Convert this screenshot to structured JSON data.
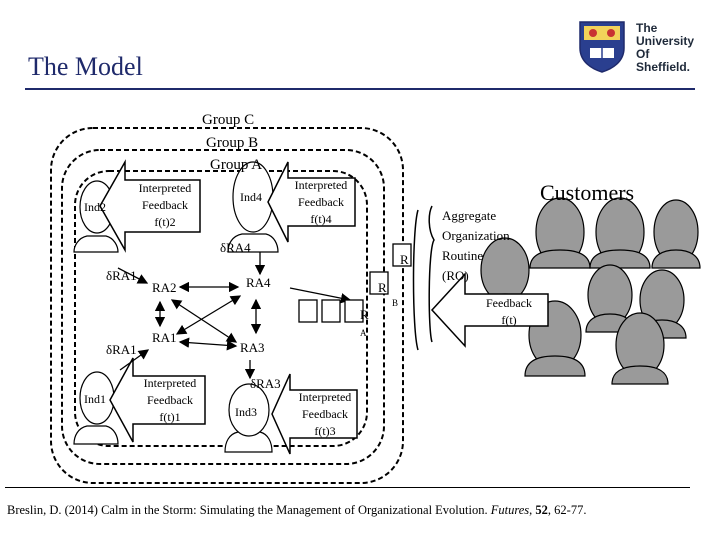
{
  "slide": {
    "title": "The Model",
    "logo_lines": [
      "The",
      "University",
      "Of",
      "Sheffield."
    ],
    "citation": {
      "before": "Breslin, D. (2014) Calm in the Storm: Simulating the Management of Organizational Evolution. ",
      "journal": "Futures",
      "after_journal": ", ",
      "volume": "52",
      "pages": ", 62-77."
    }
  },
  "diagram": {
    "groups": [
      "Group C",
      "Group B",
      "Group A"
    ],
    "individuals": {
      "ind1": "Ind1",
      "ind2": "Ind2",
      "ind3": "Ind3",
      "ind4": "Ind4"
    },
    "feedback_arrows": {
      "f1": [
        "Interpreted",
        "Feedback",
        "f(t)1"
      ],
      "f2": [
        "Interpreted",
        "Feedback",
        "f(t)2"
      ],
      "f3": [
        "Interpreted",
        "Feedback",
        "f(t)3"
      ],
      "f4": [
        "Interpreted",
        "Feedback",
        "f(t)4"
      ]
    },
    "routines": {
      "ra1": "RA1",
      "ra2": "RA2",
      "ra3": "RA3",
      "ra4": "RA4",
      "dra1_top": "δRA1",
      "dra1_bottom": "δRA1",
      "dra3": "δRA3",
      "dra4": "δRA4"
    },
    "group_routines": {
      "r_c": "R",
      "r_b": "R",
      "r_a": "R",
      "b_sub": "B",
      "a_sub": "A"
    },
    "aggregate": [
      "Aggregate",
      "Organization",
      "Routine",
      "(RO)"
    ],
    "customers": "Customers",
    "customer_feedback": [
      "Feedback",
      "f(t)"
    ]
  }
}
